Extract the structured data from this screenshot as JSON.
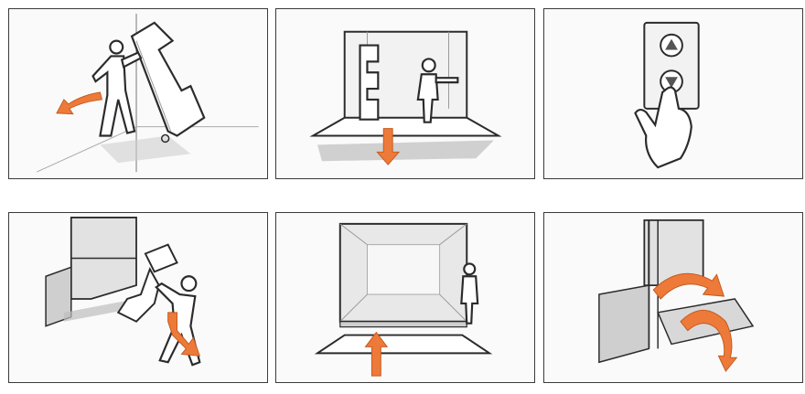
{
  "panels": [
    {
      "scene": "person-tilting-cargo-platform",
      "arrow_direction": "left-curved"
    },
    {
      "scene": "platform-lowering-with-person",
      "arrow_direction": "down"
    },
    {
      "scene": "finger-pressing-down-button",
      "arrow_direction": "none"
    },
    {
      "scene": "person-carrying-folded-platform",
      "arrow_direction": "down-right"
    },
    {
      "scene": "platform-raising-view",
      "arrow_direction": "up"
    },
    {
      "scene": "platform-folding-step",
      "arrow_direction": "curved-rotate"
    }
  ],
  "colors": {
    "accent": "#ee7a3a",
    "line": "#2b2b2b",
    "shade": "#bdbdbd",
    "border": "#3a3a3a"
  }
}
